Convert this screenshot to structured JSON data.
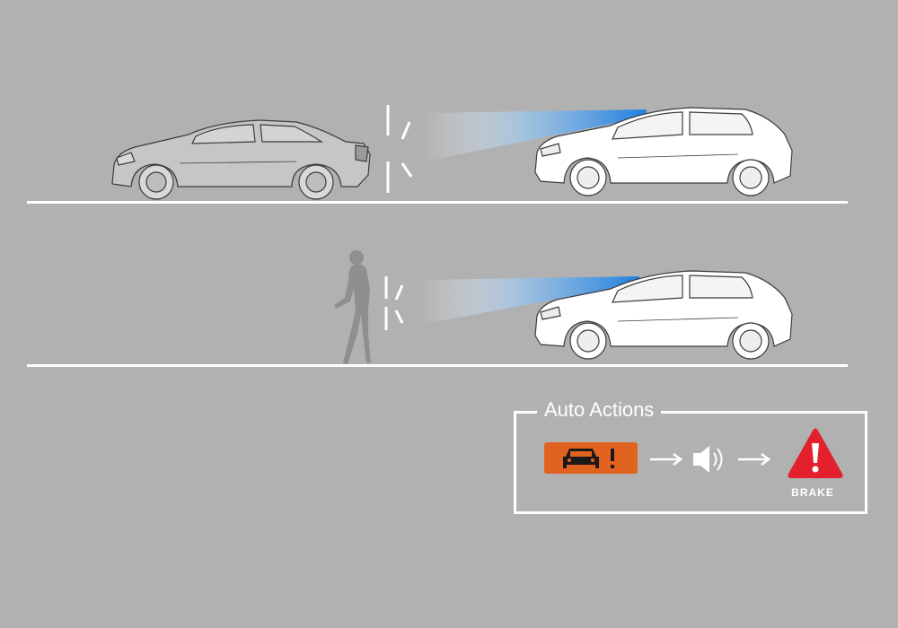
{
  "legend": {
    "title": "Auto Actions",
    "steps": [
      {
        "icon": "forward-collision-warning-icon",
        "color": "#e2631f"
      },
      {
        "icon": "audible-alert-speaker-icon"
      },
      {
        "icon": "brake-warning-triangle-icon",
        "color": "#e3202b",
        "label": "BRAKE"
      }
    ]
  },
  "scenes": [
    {
      "obstacle": "car",
      "vehicle": "hatchback"
    },
    {
      "obstacle": "pedestrian",
      "vehicle": "hatchback"
    }
  ],
  "colors": {
    "background": "#b1b1b1",
    "line": "#ffffff",
    "sensor_beam": "#1f7fe0",
    "warning_orange": "#e2631f",
    "brake_red": "#e3202b"
  }
}
